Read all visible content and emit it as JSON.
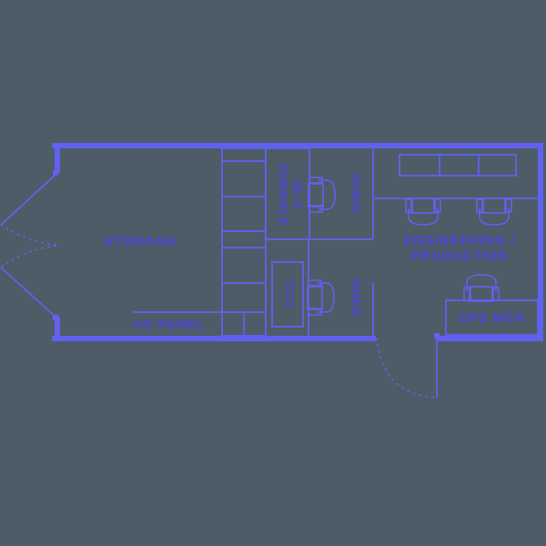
{
  "colors": {
    "background": "#4d5c66",
    "line": "#6161ef",
    "text": "#4848dd"
  },
  "labels": {
    "storage": "STORAGE",
    "io_panel": "I/O PANEL",
    "ql5_console": {
      "line1": "QL-5",
      "line2": "CONSOLE"
    },
    "ccu": "CCU",
    "audio": "AUDIO",
    "video": "VIDEO",
    "engineering": {
      "line1": "ENGINEERING /",
      "line2": "PRODUCTION"
    },
    "ops_mgr": "OPS MGR"
  }
}
